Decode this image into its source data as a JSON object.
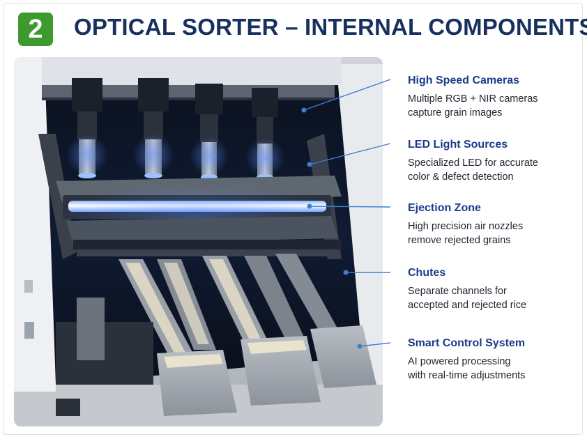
{
  "header": {
    "step_number": "2",
    "title": "OPTICAL SORTER – INTERNAL COMPONENTS"
  },
  "colors": {
    "badge_green": "#3f9a2e",
    "title_navy": "#17305f",
    "callout_heading_blue": "#1b3a8a",
    "leader_line_blue": "#3f7fd0"
  },
  "callouts": [
    {
      "heading": "High Speed Cameras",
      "line1": "Multiple RGB + NIR cameras",
      "line2": "capture grain images"
    },
    {
      "heading": "LED Light Sources",
      "line1": "Specialized LED for accurate",
      "line2": "color & defect detection"
    },
    {
      "heading": "Ejection Zone",
      "line1": "High precision air nozzles",
      "line2": "remove rejected grains"
    },
    {
      "heading": "Chutes",
      "line1": "Separate channels for",
      "line2": "accepted and rejected rice"
    },
    {
      "heading": "Smart Control System",
      "line1": "AI powered processing",
      "line2": "with real-time adjustments"
    }
  ]
}
